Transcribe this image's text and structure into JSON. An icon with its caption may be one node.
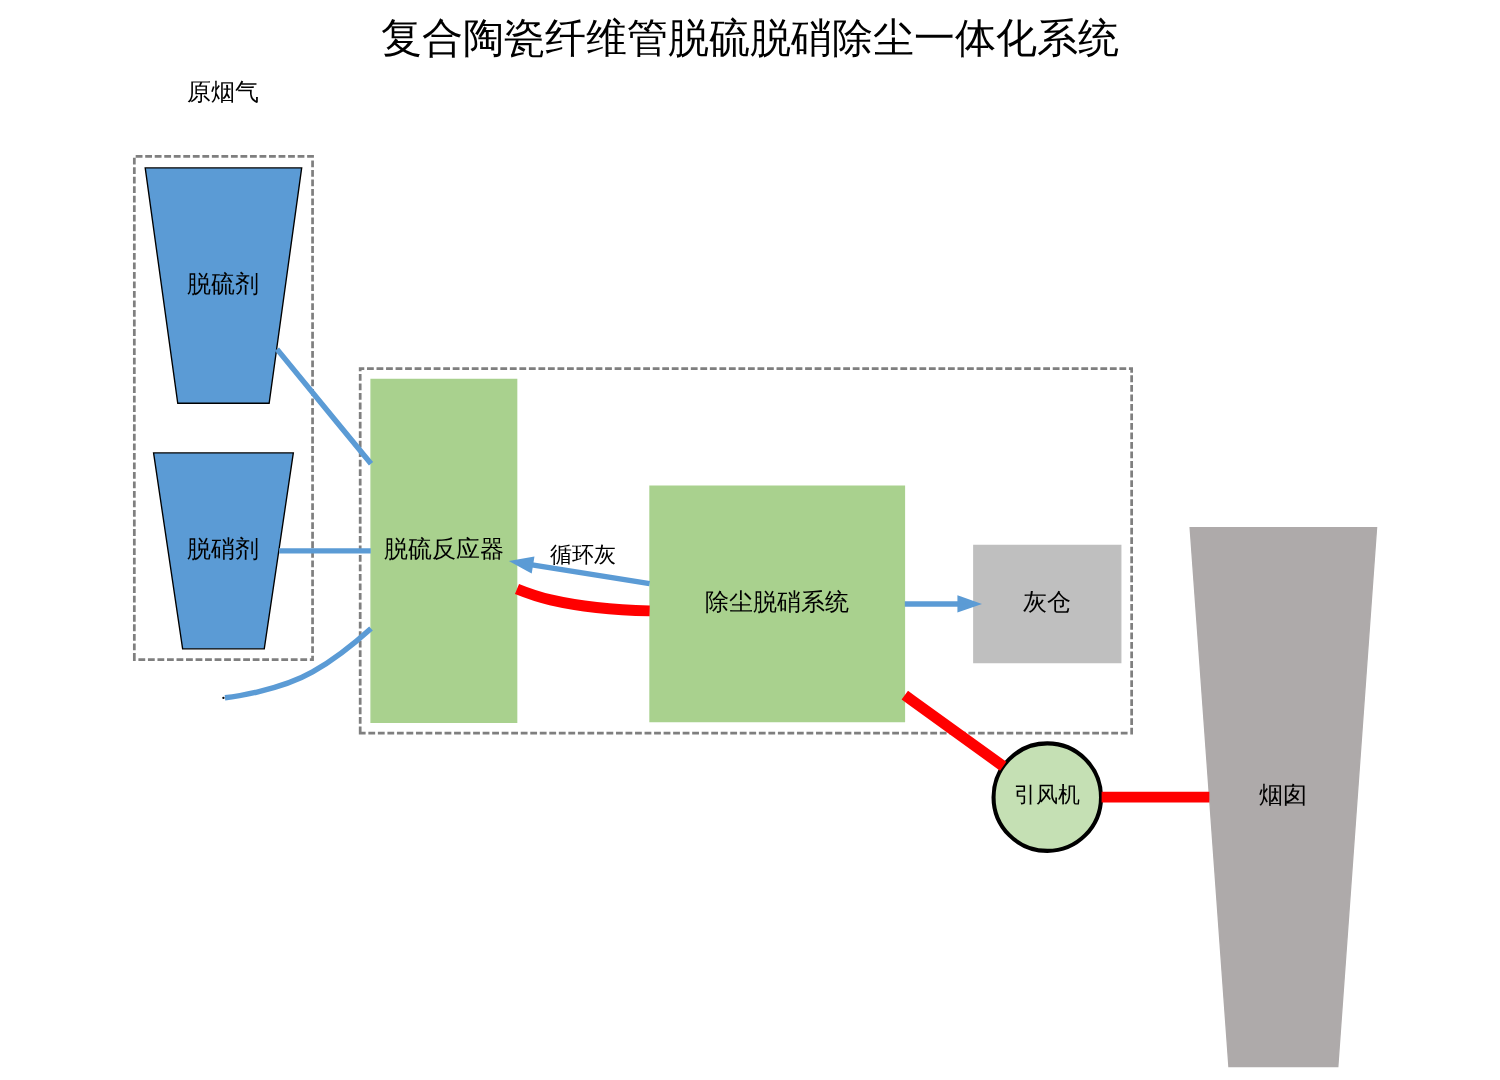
{
  "diagram": {
    "title": "复合陶瓷纤维管脱硫脱硝除尘一体化系统",
    "nodes": [
      {
        "text": [],
        "shape": "box"
      },
      {
        "text": [],
        "shape": "box"
      },
      {
        "text": [
          "脱硫剂"
        ],
        "in": 0
      },
      {
        "text": [
          "脱硝剂"
        ],
        "in": 0
      },
      {
        "text": [
          "脱硫反应器"
        ],
        "in": 1
      },
      {
        "text": [
          "除尘脱硝系统"
        ],
        "in": 1
      },
      {
        "text": [
          "灰仓"
        ],
        "in": 1
      },
      {
        "text": [
          "引风机"
        ]
      },
      {
        "text": [
          "烟囱"
        ]
      }
    ],
    "edges": [
      {
        "from": 2,
        "to": 4,
        "arrow": "none"
      },
      {
        "from": 3,
        "to": 4,
        "arrow": "none"
      },
      {
        "from": null,
        "to": 4,
        "arrow": "none"
      },
      {
        "from": 4,
        "to": 5,
        "arrow": "none",
        "style": "thick",
        "color": "#ff0000"
      },
      {
        "from": 5,
        "to": 7,
        "arrow": "none",
        "style": "thick",
        "color": "#ff0000"
      },
      {
        "from": 7,
        "to": 8,
        "arrow": "none",
        "style": "thick",
        "color": "#ff0000"
      },
      {
        "from": 5,
        "to": 4,
        "label": "循环灰",
        "arrow": "to"
      },
      {
        "from": 5,
        "to": 6,
        "arrow": "to"
      }
    ],
    "legend": [
      {
        "text": "原烟气"
      }
    ]
  }
}
